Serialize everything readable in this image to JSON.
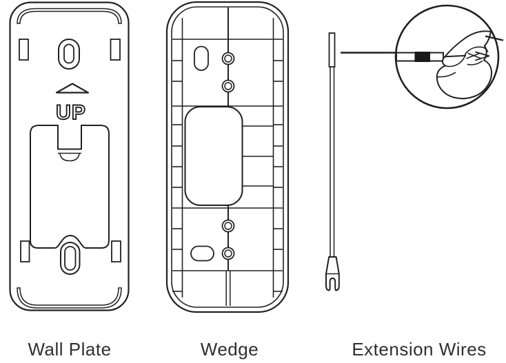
{
  "figure": {
    "colors": {
      "line": "#231f20",
      "label": "#2f2f2f",
      "background": "#ffffff",
      "splice": "#1a1a1a"
    },
    "labels": {
      "wall_plate": "Wall Plate",
      "wedge": "Wedge",
      "extension_wires": "Extension Wires",
      "up_marking": "UP"
    },
    "parts": [
      {
        "id": "wall_plate",
        "label": "Wall Plate",
        "marking": "UP"
      },
      {
        "id": "wedge",
        "label": "Wedge"
      },
      {
        "id": "extension_wires",
        "label": "Extension Wires"
      }
    ]
  }
}
